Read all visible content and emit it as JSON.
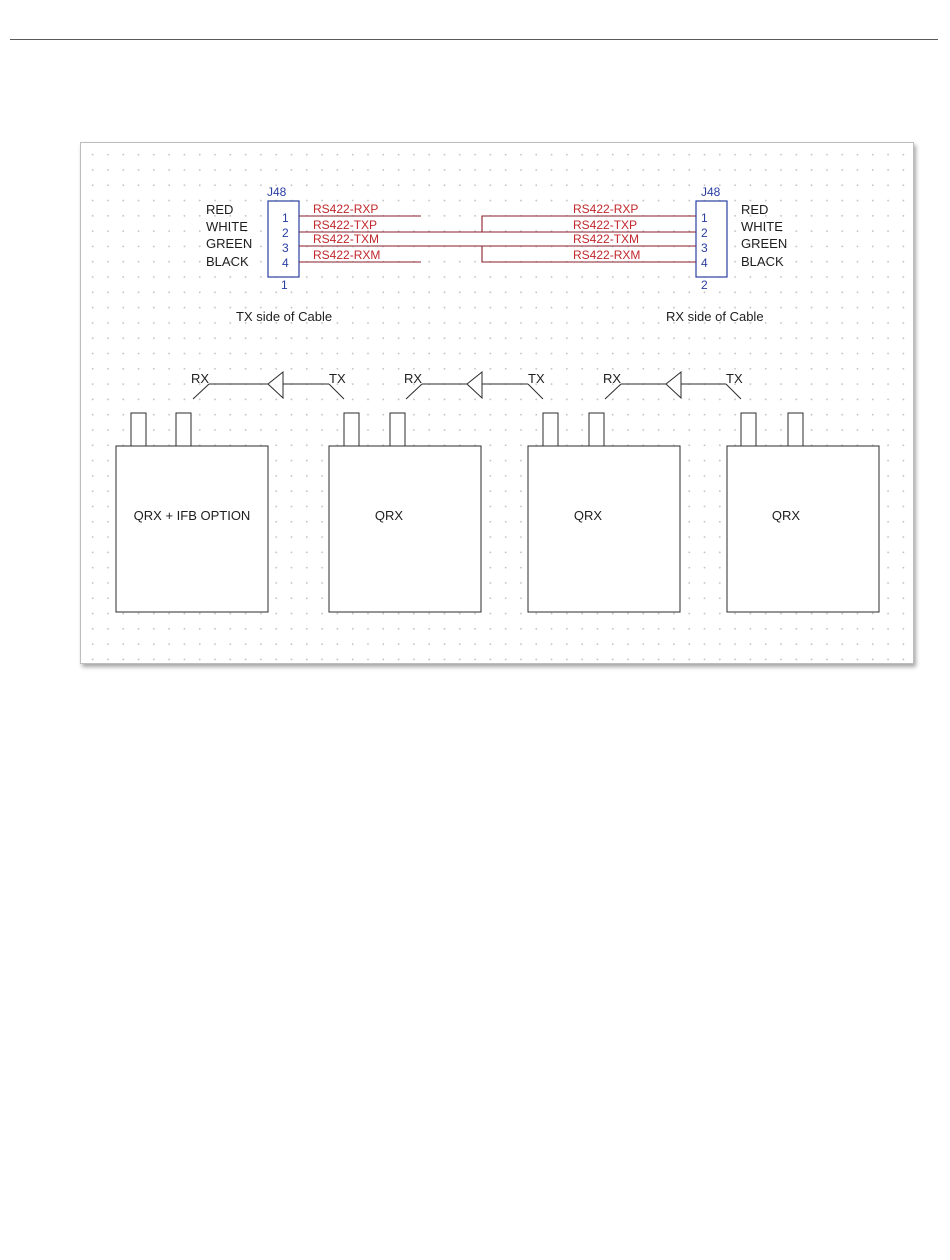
{
  "connectors": [
    {
      "ref": "J48",
      "num": "1",
      "pins": [
        "1",
        "2",
        "3",
        "4"
      ],
      "wire_colors": [
        "RED",
        "WHITE",
        "GREEN",
        "BLACK"
      ],
      "caption": "TX side of Cable"
    },
    {
      "ref": "J48",
      "num": "2",
      "pins": [
        "1",
        "2",
        "3",
        "4"
      ],
      "wire_colors": [
        "RED",
        "WHITE",
        "GREEN",
        "BLACK"
      ],
      "caption": "RX side of Cable"
    }
  ],
  "nets_left": [
    "RS422-RXP",
    "RS422-TXP",
    "RS422-TXM",
    "RS422-RXM"
  ],
  "nets_right": [
    "RS422-RXP",
    "RS422-TXP",
    "RS422-TXM",
    "RS422-RXM"
  ],
  "links": [
    {
      "rx": "RX",
      "tx": "TX"
    },
    {
      "rx": "RX",
      "tx": "TX"
    },
    {
      "rx": "RX",
      "tx": "TX"
    }
  ],
  "units": [
    {
      "label": "QRX + IFB OPTION"
    },
    {
      "label": "QRX"
    },
    {
      "label": "QRX"
    },
    {
      "label": "QRX"
    }
  ],
  "colors": {
    "connector": "#2a3fa0",
    "net": "#c0282c",
    "wire": "#8a1f2a",
    "line": "#2b2b2b"
  }
}
